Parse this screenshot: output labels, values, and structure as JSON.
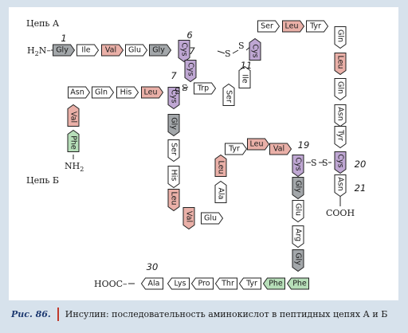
{
  "chain_a_label": "Цепь А",
  "chain_b_label": "Цепь Б",
  "n_terminus": "H2N–",
  "nh2_label": "NH2",
  "cooh_label": "COOH",
  "hooc_label": "HOOC–",
  "colors": {
    "grey": "#a3a7aa",
    "red": "#eab0a8",
    "purple": "#bfa7d3",
    "green": "#b7deb9",
    "white": "#ffffff"
  },
  "caption": {
    "label": "Рис. 86.",
    "text": "Инсулин: последовательность аминокислот в пептидных цепях А и Б"
  },
  "chain_a": [
    {
      "name": "Gly",
      "color": "grey",
      "num": "1"
    },
    {
      "name": "Ile",
      "color": "white"
    },
    {
      "name": "Val",
      "color": "red"
    },
    {
      "name": "Glu",
      "color": "white"
    },
    {
      "name": "Gly",
      "color": "grey"
    },
    {
      "name": "Cys",
      "color": "purple",
      "num": "6"
    },
    {
      "name": "Cys",
      "color": "purple",
      "num": "7"
    },
    {
      "name": "Trp",
      "color": "white"
    },
    {
      "name": "Ser",
      "color": "white"
    },
    {
      "name": "Ile",
      "color": "white"
    },
    {
      "name": "Cys",
      "color": "purple",
      "num": "11"
    },
    {
      "name": "Ser",
      "color": "white"
    },
    {
      "name": "Leu",
      "color": "red"
    },
    {
      "name": "Tyr",
      "color": "white"
    },
    {
      "name": "Gln",
      "color": "white"
    },
    {
      "name": "Leu",
      "color": "red"
    },
    {
      "name": "Gln",
      "color": "white"
    },
    {
      "name": "Asn",
      "color": "white"
    },
    {
      "name": "Tyr",
      "color": "white"
    },
    {
      "name": "Cys",
      "color": "purple",
      "num": "20"
    },
    {
      "name": "Asn",
      "color": "white",
      "num": "21"
    }
  ],
  "chain_b": [
    {
      "name": "Phe",
      "color": "green"
    },
    {
      "name": "Val",
      "color": "red"
    },
    {
      "name": "Asn",
      "color": "white"
    },
    {
      "name": "Gln",
      "color": "white"
    },
    {
      "name": "His",
      "color": "white"
    },
    {
      "name": "Leu",
      "color": "red"
    },
    {
      "name": "Cys",
      "color": "purple",
      "num": "7"
    },
    {
      "name": "Gly",
      "color": "grey"
    },
    {
      "name": "Ser",
      "color": "white"
    },
    {
      "name": "His",
      "color": "white"
    },
    {
      "name": "Leu",
      "color": "red"
    },
    {
      "name": "Val",
      "color": "red"
    },
    {
      "name": "Glu",
      "color": "white"
    },
    {
      "name": "Ala",
      "color": "white"
    },
    {
      "name": "Leu",
      "color": "red"
    },
    {
      "name": "Tyr",
      "color": "white"
    },
    {
      "name": "Leu",
      "color": "red"
    },
    {
      "name": "Val",
      "color": "red"
    },
    {
      "name": "Cys",
      "color": "purple",
      "num": "19"
    },
    {
      "name": "Gly",
      "color": "grey"
    },
    {
      "name": "Glu",
      "color": "white"
    },
    {
      "name": "Arg",
      "color": "white"
    },
    {
      "name": "Gly",
      "color": "grey"
    },
    {
      "name": "Phe",
      "color": "green"
    },
    {
      "name": "Phe",
      "color": "green"
    },
    {
      "name": "Tyr",
      "color": "white"
    },
    {
      "name": "Thr",
      "color": "white"
    },
    {
      "name": "Pro",
      "color": "white"
    },
    {
      "name": "Lys",
      "color": "white"
    },
    {
      "name": "Ala",
      "color": "white",
      "num": "30"
    }
  ],
  "disulfide_bridges": [
    {
      "from": "A6",
      "to": "A11"
    },
    {
      "from": "A7",
      "to": "B7"
    },
    {
      "from": "A20",
      "to": "B19"
    }
  ]
}
